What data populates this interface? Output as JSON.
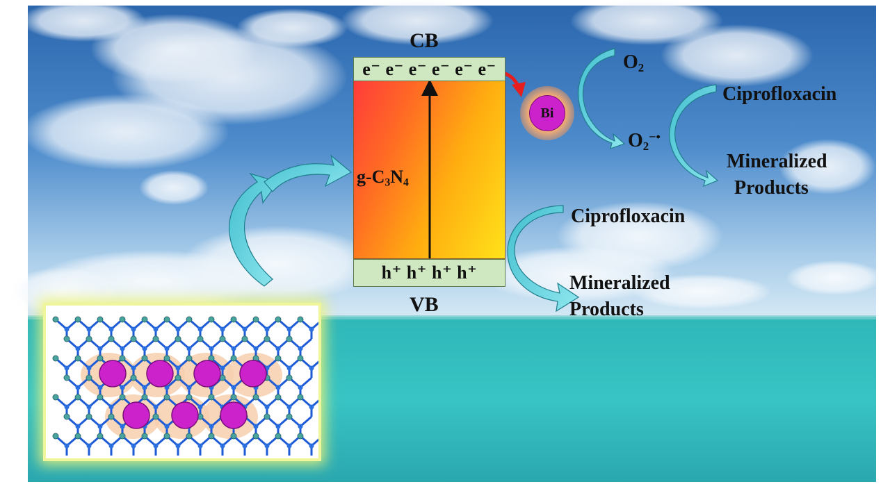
{
  "diagram": {
    "conduction_band": {
      "label": "CB",
      "electrons": "e⁻ e⁻ e⁻ e⁻ e⁻ e⁻"
    },
    "valence_band": {
      "label": "VB",
      "holes": "h⁺ h⁺ h⁺ h⁺"
    },
    "semiconductor": {
      "label_main": "g-C",
      "sub1": "3",
      "label_mid": "N",
      "sub2": "4"
    },
    "cocatalyst": {
      "label": "Bi"
    },
    "oxygen": {
      "label": "O",
      "sub": "2"
    },
    "superoxide": {
      "label": "O",
      "sub": "2",
      "sup": "−•"
    },
    "pollutant_upper": "Ciprofloxacin",
    "pollutant_lower": "Ciprofloxacin",
    "product_upper_line1": "Mineralized",
    "product_upper_line2": "Products",
    "product_lower_line1": "Mineralized",
    "product_lower_line2": "Products"
  },
  "colors": {
    "band": "#cfe8c1",
    "bi_particle": "#cc22cc",
    "electron_transfer_arrow": "#e61e1e",
    "curved_arrow": "#5fd0dc",
    "sky_top": "#2f6fb3",
    "sea": "#2fb5b5"
  }
}
